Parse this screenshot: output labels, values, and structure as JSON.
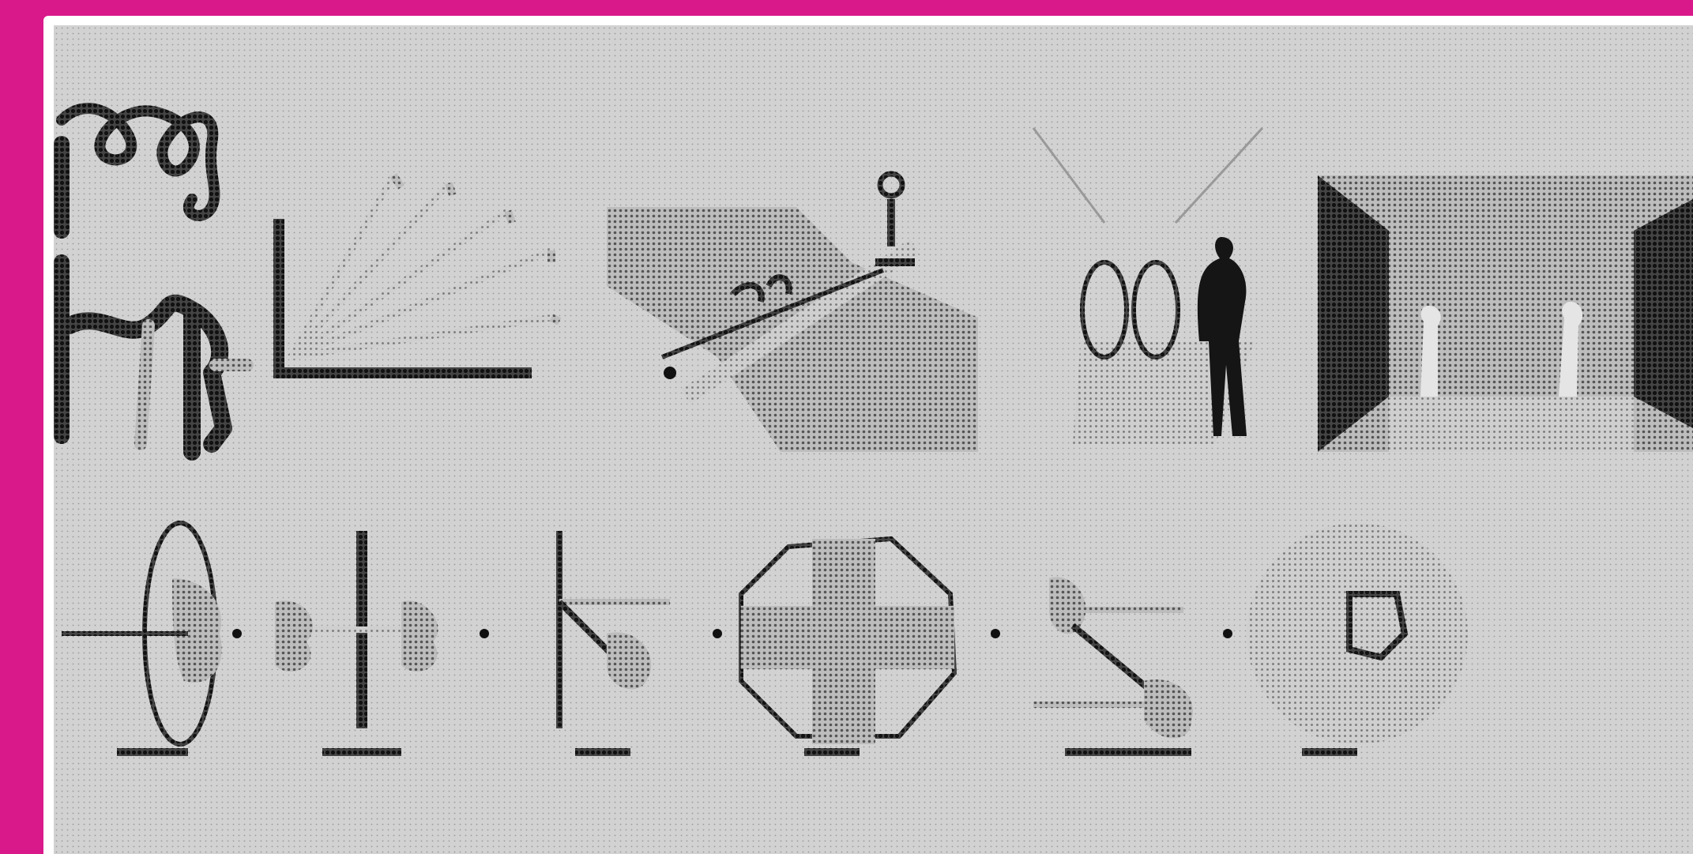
{
  "image": {
    "subject": "halftone-collage-of-human-movement-diagrams",
    "frame_color": "#d9188a",
    "paper_color": "#d4d4d4",
    "ink_color": "#1a1a1a",
    "top_row": [
      "figure-sketches",
      "fan-of-arrows-diagram",
      "raking-light-projection",
      "figure-beside-projection",
      "dark-room-with-figures"
    ],
    "bottom_row": [
      "ellipse-with-hand-glyph",
      "crossing-line-glyphs",
      "angle-with-arrow-glyph",
      "cross-in-octagon-glyph",
      "diagonal-arrows-glyph",
      "circle-with-shape-glyph"
    ]
  }
}
